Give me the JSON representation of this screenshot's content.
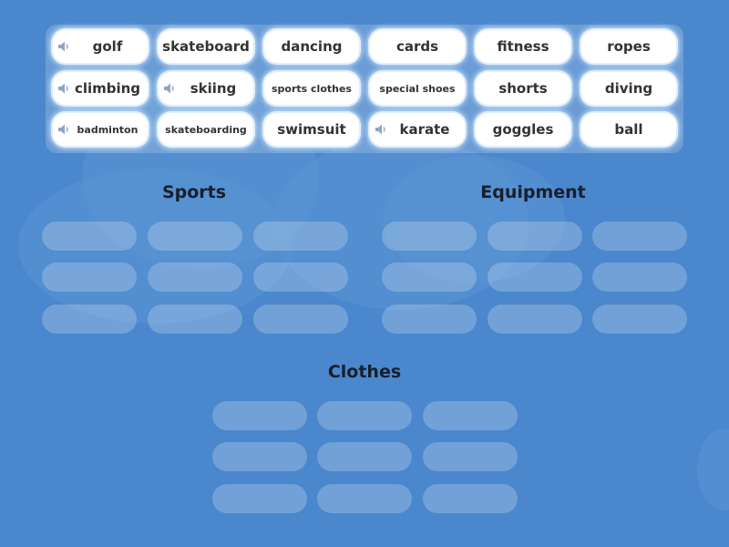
{
  "tiles": [
    {
      "label": "golf",
      "audio": true,
      "small": false
    },
    {
      "label": "skateboard",
      "audio": false,
      "small": false
    },
    {
      "label": "dancing",
      "audio": false,
      "small": false
    },
    {
      "label": "cards",
      "audio": false,
      "small": false
    },
    {
      "label": "fitness",
      "audio": false,
      "small": false
    },
    {
      "label": "ropes",
      "audio": false,
      "small": false
    },
    {
      "label": "climbing",
      "audio": true,
      "small": false
    },
    {
      "label": "skiing",
      "audio": true,
      "small": false
    },
    {
      "label": "sports clothes",
      "audio": false,
      "small": true
    },
    {
      "label": "special shoes",
      "audio": false,
      "small": true
    },
    {
      "label": "shorts",
      "audio": false,
      "small": false
    },
    {
      "label": "diving",
      "audio": false,
      "small": false
    },
    {
      "label": "badminton",
      "audio": true,
      "small": true
    },
    {
      "label": "skateboarding",
      "audio": false,
      "small": true
    },
    {
      "label": "swimsuit",
      "audio": false,
      "small": false
    },
    {
      "label": "karate",
      "audio": true,
      "small": false
    },
    {
      "label": "goggles",
      "audio": false,
      "small": false
    },
    {
      "label": "ball",
      "audio": false,
      "small": false
    }
  ],
  "groups": [
    {
      "title": "Sports"
    },
    {
      "title": "Equipment"
    },
    {
      "title": "Clothes"
    }
  ],
  "colors": {
    "background": "#4a87cc",
    "tile": "#ffffff",
    "tile_text": "#333333",
    "speaker_icon": "#8fa6bf",
    "title_text": "#17202b"
  }
}
